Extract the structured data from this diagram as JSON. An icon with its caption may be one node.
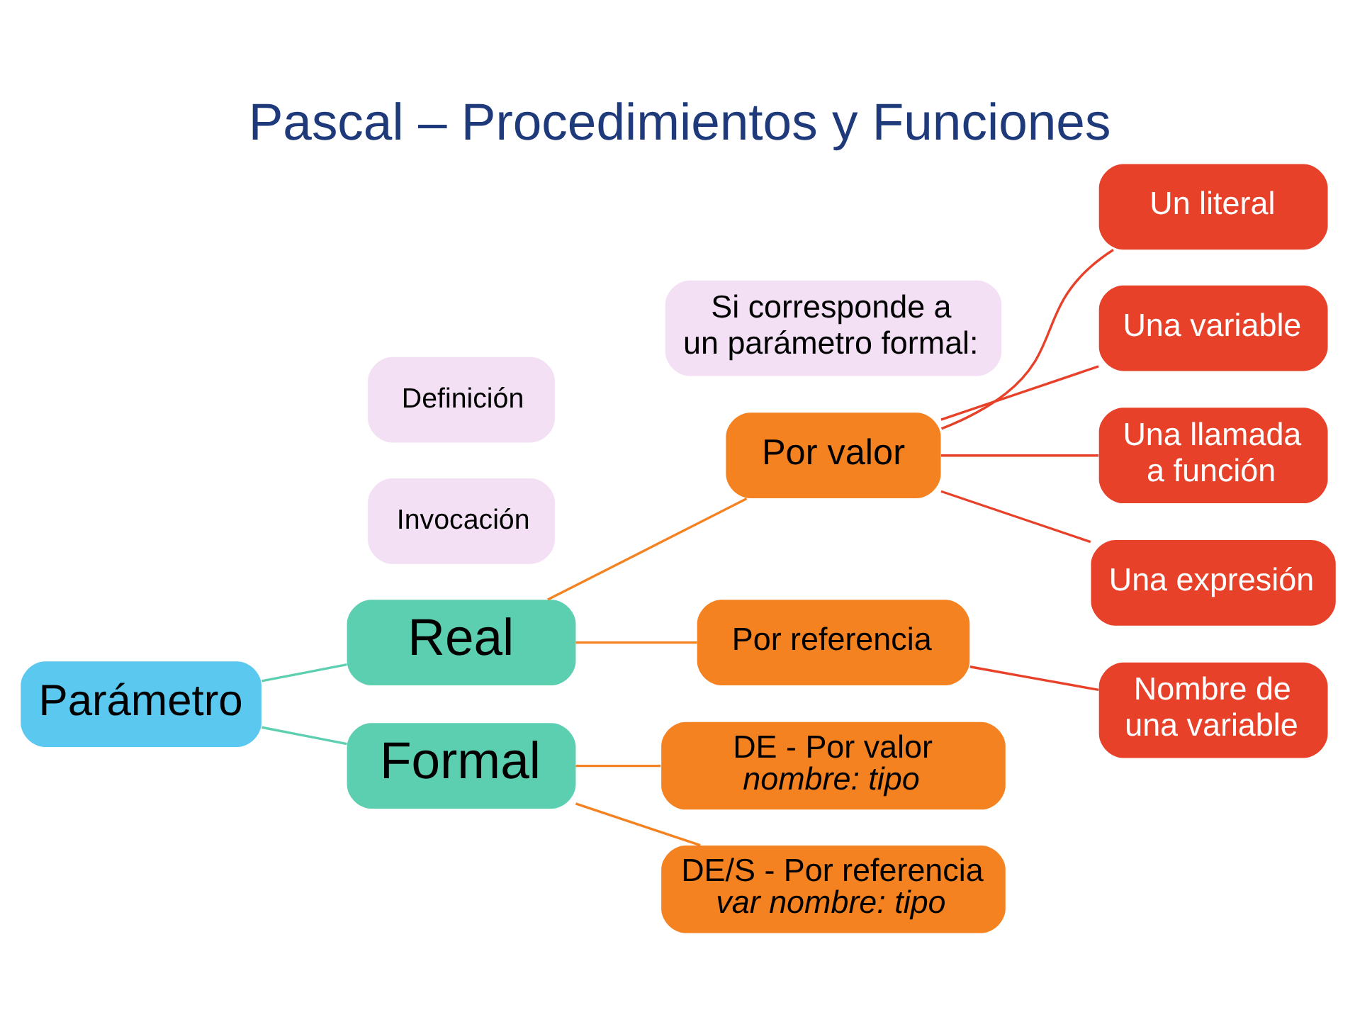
{
  "diagram": {
    "title": "Pascal – Procedimientos y Funciones",
    "nodes": [
      {
        "text": [
          "Parámetro"
        ]
      },
      {
        "text": [
          "Invocación"
        ]
      },
      {
        "text": [
          "Real"
        ]
      },
      {
        "text": [
          "Formal"
        ]
      },
      {
        "text": [
          "Definición"
        ]
      },
      {
        "text": [
          "Si corresponde a un parámetro formal:"
        ]
      },
      {
        "text": [
          "Por valor"
        ]
      },
      {
        "text": [
          "Por referencia"
        ]
      },
      {
        "text": [
          "Un literal"
        ]
      },
      {
        "text": [
          "Una variable"
        ]
      },
      {
        "text": [
          "Una llamada a función"
        ]
      },
      {
        "text": [
          "Una expresión"
        ]
      },
      {
        "text": [
          "Nombre de una variable"
        ]
      },
      {
        "text": [
          "DE - Por valor",
          "nombre: tipo"
        ]
      },
      {
        "text": [
          "DE/S - Por referencia",
          "var nombre: tipo"
        ]
      }
    ],
    "edges": [
      {
        "from": 0,
        "to": 2,
        "arrow": "none",
        "color": "#5ecfb0"
      },
      {
        "from": 0,
        "to": 3,
        "arrow": "none",
        "color": "#5ecfb0"
      },
      {
        "from": 2,
        "to": 6,
        "arrow": "none",
        "color": "#f58220"
      },
      {
        "from": 2,
        "to": 7,
        "arrow": "none",
        "color": "#f58220"
      },
      {
        "from": 6,
        "to": 8,
        "arrow": "none",
        "color": "#e8412a"
      },
      {
        "from": 6,
        "to": 9,
        "arrow": "none",
        "color": "#e8412a"
      },
      {
        "from": 6,
        "to": 10,
        "arrow": "none",
        "color": "#e8412a"
      },
      {
        "from": 6,
        "to": 11,
        "arrow": "none",
        "color": "#e8412a"
      },
      {
        "from": 7,
        "to": 12,
        "arrow": "none",
        "color": "#e8412a"
      },
      {
        "from": 3,
        "to": 13,
        "arrow": "none",
        "color": "#f58220"
      },
      {
        "from": 3,
        "to": 14,
        "arrow": "none",
        "color": "#f58220"
      }
    ]
  }
}
